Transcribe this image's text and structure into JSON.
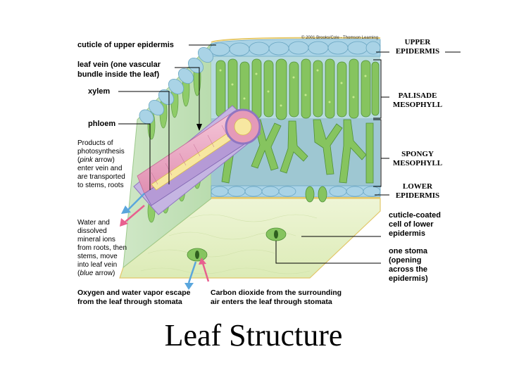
{
  "title": "Leaf Structure",
  "credit": "© 2001 Brooks/Cole - Thomson Learning",
  "left_labels": {
    "cuticle_upper": "cuticle of upper epidermis",
    "leaf_vein_1": "leaf vein (one vascular",
    "leaf_vein_2": "bundle inside the leaf)",
    "xylem": "xylem",
    "phloem": "phloem"
  },
  "products_note": {
    "l1": "Products of",
    "l2": "photosynthesis",
    "l3_italic": "pink",
    "l3_rest": " arrow)",
    "l4": "enter vein and",
    "l5": "are transported",
    "l6": "to stems, roots"
  },
  "water_note": {
    "l1": "Water and",
    "l2": "dissolved",
    "l3": "mineral ions",
    "l4": "from roots, then",
    "l5": "stems, move",
    "l6": "into leaf vein",
    "l7_italic": "blue",
    "l7_rest": " arrow)"
  },
  "bottom_left": {
    "l1": "Oxygen and water vapor escape",
    "l2": "from  the leaf through stomata"
  },
  "bottom_right": {
    "l1": "Carbon dioxide from the surrounding",
    "l2": "air enters the leaf through stomata"
  },
  "right_layers": {
    "upper_1": "UPPER",
    "upper_2": "EPIDERMIS",
    "palisade_1": "PALISADE",
    "palisade_2": "MESOPHYLL",
    "spongy_1": "SPONGY",
    "spongy_2": "MESOPHYLL",
    "lower_1": "LOWER",
    "lower_2": "EPIDERMIS"
  },
  "right_labels": {
    "cuticle_coated_1": "cuticle-coated",
    "cuticle_coated_2": "cell of lower",
    "cuticle_coated_3": "epidermis",
    "stoma_1": "one stoma",
    "stoma_2": "(opening",
    "stoma_3": "across the",
    "stoma_4": "epidermis)"
  },
  "colors": {
    "palisade_green": "#7fc35a",
    "epidermis_blue": "#a9d3e6",
    "xylem_pink": "#e59ab8",
    "phloem_purple": "#b59ad6",
    "bottom_surface": "#e7f1c9",
    "arrow_pink": "#e8608f",
    "arrow_blue": "#5aa6dd"
  }
}
